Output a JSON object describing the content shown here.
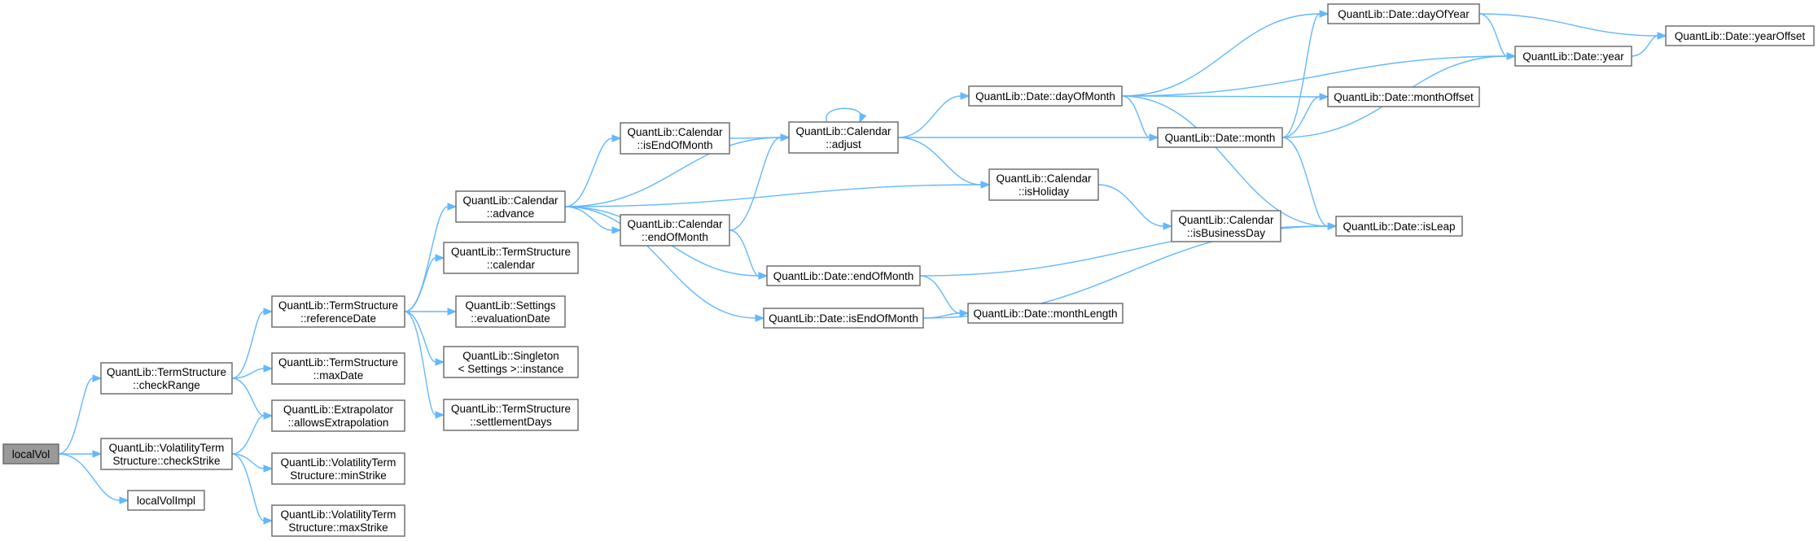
{
  "diagram": {
    "nodes": [
      {
        "id": "localVol",
        "lines": [
          "localVol"
        ],
        "root": true
      },
      {
        "id": "checkRange",
        "lines": [
          "QuantLib::TermStructure",
          "::checkRange"
        ]
      },
      {
        "id": "checkStrike",
        "lines": [
          "QuantLib::VolatilityTerm",
          "Structure::checkStrike"
        ]
      },
      {
        "id": "localVolImpl",
        "lines": [
          "localVolImpl"
        ]
      },
      {
        "id": "referenceDate",
        "lines": [
          "QuantLib::TermStructure",
          "::referenceDate"
        ]
      },
      {
        "id": "maxDate",
        "lines": [
          "QuantLib::TermStructure",
          "::maxDate"
        ]
      },
      {
        "id": "allowsExtrapolation",
        "lines": [
          "QuantLib::Extrapolator",
          "::allowsExtrapolation"
        ]
      },
      {
        "id": "minStrike",
        "lines": [
          "QuantLib::VolatilityTerm",
          "Structure::minStrike"
        ]
      },
      {
        "id": "maxStrike",
        "lines": [
          "QuantLib::VolatilityTerm",
          "Structure::maxStrike"
        ]
      },
      {
        "id": "advance",
        "lines": [
          "QuantLib::Calendar",
          "::advance"
        ]
      },
      {
        "id": "calendar",
        "lines": [
          "QuantLib::TermStructure",
          "::calendar"
        ]
      },
      {
        "id": "evaluationDate",
        "lines": [
          "QuantLib::Settings",
          "::evaluationDate"
        ]
      },
      {
        "id": "instance",
        "lines": [
          "QuantLib::Singleton",
          "< Settings >::instance"
        ]
      },
      {
        "id": "settlementDays",
        "lines": [
          "QuantLib::TermStructure",
          "::settlementDays"
        ]
      },
      {
        "id": "isEndOfMonthCal",
        "lines": [
          "QuantLib::Calendar",
          "::isEndOfMonth"
        ]
      },
      {
        "id": "endOfMonthCal",
        "lines": [
          "QuantLib::Calendar",
          "::endOfMonth"
        ]
      },
      {
        "id": "adjust",
        "lines": [
          "QuantLib::Calendar",
          "::adjust"
        ]
      },
      {
        "id": "endOfMonthDate",
        "lines": [
          "QuantLib::Date::endOfMonth"
        ]
      },
      {
        "id": "isEndOfMonthDate",
        "lines": [
          "QuantLib::Date::isEndOfMonth"
        ]
      },
      {
        "id": "dayOfMonth",
        "lines": [
          "QuantLib::Date::dayOfMonth"
        ]
      },
      {
        "id": "isHoliday",
        "lines": [
          "QuantLib::Calendar",
          "::isHoliday"
        ]
      },
      {
        "id": "monthLength",
        "lines": [
          "QuantLib::Date::monthLength"
        ]
      },
      {
        "id": "dayOfYear",
        "lines": [
          "QuantLib::Date::dayOfYear"
        ]
      },
      {
        "id": "monthOffset",
        "lines": [
          "QuantLib::Date::monthOffset"
        ]
      },
      {
        "id": "month",
        "lines": [
          "QuantLib::Date::month"
        ]
      },
      {
        "id": "isBusinessDay",
        "lines": [
          "QuantLib::Calendar",
          "::isBusinessDay"
        ]
      },
      {
        "id": "year",
        "lines": [
          "QuantLib::Date::year"
        ]
      },
      {
        "id": "isLeap",
        "lines": [
          "QuantLib::Date::isLeap"
        ]
      },
      {
        "id": "yearOffset",
        "lines": [
          "QuantLib::Date::yearOffset"
        ]
      }
    ],
    "edges": [
      [
        "localVol",
        "checkRange"
      ],
      [
        "localVol",
        "checkStrike"
      ],
      [
        "localVol",
        "localVolImpl"
      ],
      [
        "checkRange",
        "referenceDate"
      ],
      [
        "checkRange",
        "maxDate"
      ],
      [
        "checkRange",
        "allowsExtrapolation"
      ],
      [
        "checkStrike",
        "allowsExtrapolation"
      ],
      [
        "checkStrike",
        "minStrike"
      ],
      [
        "checkStrike",
        "maxStrike"
      ],
      [
        "referenceDate",
        "advance"
      ],
      [
        "referenceDate",
        "calendar"
      ],
      [
        "referenceDate",
        "evaluationDate"
      ],
      [
        "referenceDate",
        "instance"
      ],
      [
        "referenceDate",
        "settlementDays"
      ],
      [
        "advance",
        "adjust"
      ],
      [
        "advance",
        "isEndOfMonthCal"
      ],
      [
        "advance",
        "endOfMonthCal"
      ],
      [
        "advance",
        "isHoliday"
      ],
      [
        "advance",
        "endOfMonthDate"
      ],
      [
        "advance",
        "isEndOfMonthDate"
      ],
      [
        "isEndOfMonthCal",
        "adjust"
      ],
      [
        "endOfMonthCal",
        "adjust"
      ],
      [
        "endOfMonthCal",
        "endOfMonthDate"
      ],
      [
        "adjust",
        "adjust"
      ],
      [
        "adjust",
        "dayOfMonth"
      ],
      [
        "adjust",
        "isHoliday"
      ],
      [
        "adjust",
        "month"
      ],
      [
        "dayOfMonth",
        "dayOfYear"
      ],
      [
        "dayOfMonth",
        "year"
      ],
      [
        "dayOfMonth",
        "monthOffset"
      ],
      [
        "dayOfMonth",
        "month"
      ],
      [
        "dayOfMonth",
        "isLeap"
      ],
      [
        "month",
        "dayOfYear"
      ],
      [
        "month",
        "monthOffset"
      ],
      [
        "month",
        "year"
      ],
      [
        "month",
        "isLeap"
      ],
      [
        "dayOfYear",
        "year"
      ],
      [
        "dayOfYear",
        "yearOffset"
      ],
      [
        "year",
        "yearOffset"
      ],
      [
        "isHoliday",
        "isBusinessDay"
      ],
      [
        "endOfMonthDate",
        "isLeap"
      ],
      [
        "endOfMonthDate",
        "monthLength"
      ],
      [
        "isEndOfMonthDate",
        "monthLength"
      ],
      [
        "isEndOfMonthDate",
        "isLeap"
      ]
    ]
  }
}
